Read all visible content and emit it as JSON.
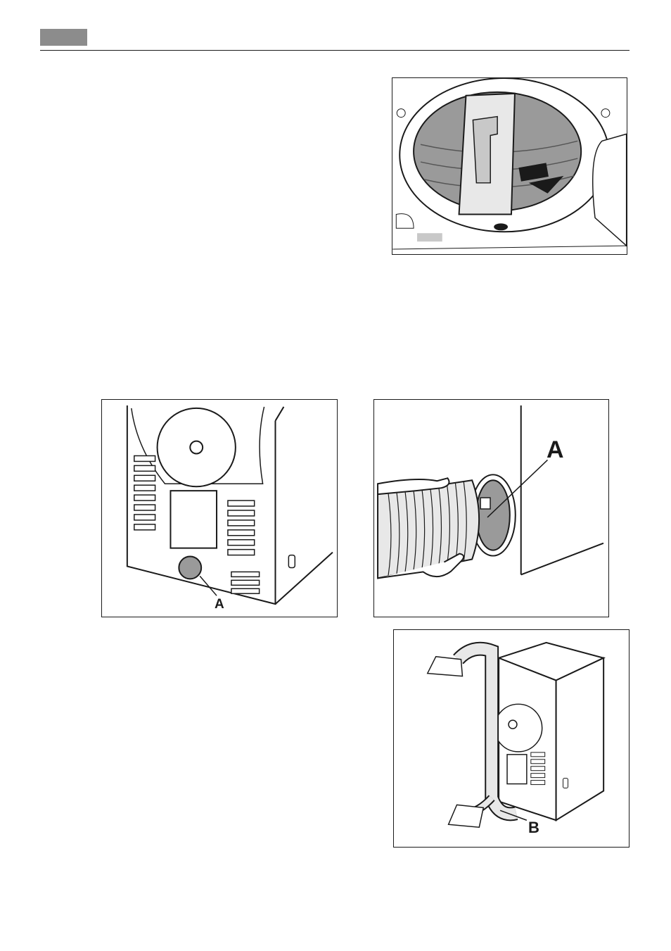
{
  "header": {
    "tab_color": "#8c8c8c"
  },
  "figures": {
    "filter_drum": {
      "icon": "drum-filter-removal-illustration"
    },
    "rear_view": {
      "icon": "dryer-rear-vent-illustration",
      "callout": "A"
    },
    "hose_attach": {
      "icon": "hose-attach-hand-illustration",
      "callout": "A"
    },
    "hose_routing": {
      "icon": "hose-routing-dryer-illustration",
      "callout": "B"
    }
  },
  "colors": {
    "line": "#1a1a1a",
    "shade": "#9a9a9a",
    "light_shade": "#c8c8c8"
  }
}
